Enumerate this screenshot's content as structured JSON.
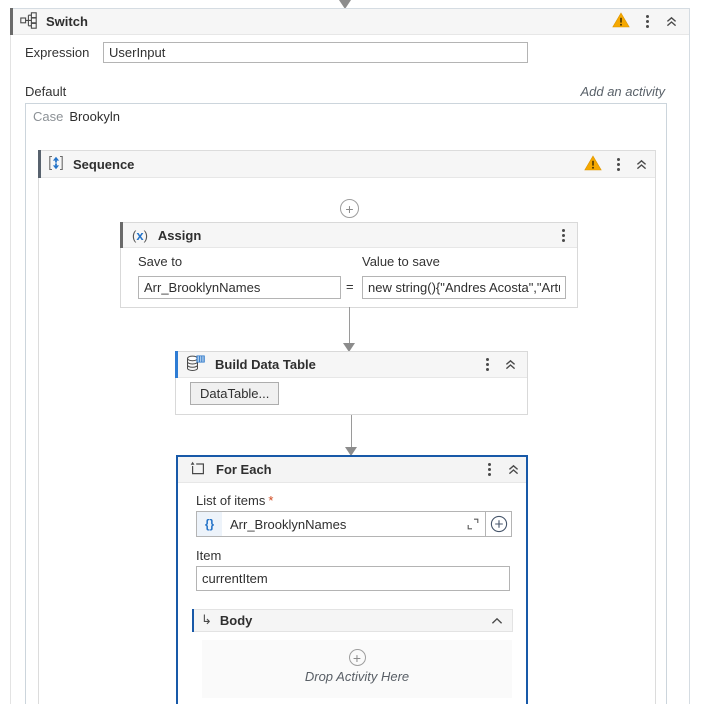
{
  "colors": {
    "selection_blue": "#1859a8",
    "icon_blue": "#2473C8",
    "warning_amber": "#F5A800"
  },
  "switch": {
    "title": "Switch",
    "expression": {
      "label": "Expression",
      "value": "UserInput"
    },
    "default_label": "Default",
    "add_activity": "Add an activity",
    "case": {
      "label": "Case",
      "value": "Brookyln"
    }
  },
  "sequence": {
    "title": "Sequence"
  },
  "assign": {
    "title": "Assign",
    "icon": {
      "open": "(",
      "x": "x",
      "close": ")"
    },
    "save_to": {
      "label": "Save to",
      "value": "Arr_BrooklynNames"
    },
    "equals": "=",
    "value_to_save": {
      "label": "Value to save",
      "value": "new string(){\"Andres Acosta\",\"Artu"
    }
  },
  "build_data_table": {
    "title": "Build Data Table",
    "button": "DataTable..."
  },
  "for_each": {
    "title": "For Each",
    "list_of_items": {
      "label": "List of items",
      "required": "*",
      "braces": "{}",
      "value": "Arr_BrooklynNames"
    },
    "item": {
      "label": "Item",
      "value": "currentItem"
    },
    "body": {
      "title": "Body",
      "arrow": "↳",
      "drop_hint": "Drop Activity Here"
    }
  },
  "glyphs": {
    "plus": "+"
  }
}
